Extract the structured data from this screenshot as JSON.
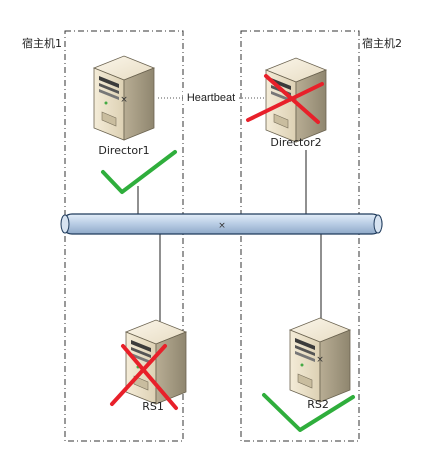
{
  "hosts": [
    {
      "label": "宿主机1"
    },
    {
      "label": "宿主机2"
    }
  ],
  "link_label": "Heartbeat",
  "nodes": [
    {
      "label": "Director1",
      "status": "ok"
    },
    {
      "label": "Director2",
      "status": "failed"
    },
    {
      "label": "RS1",
      "status": "failed"
    },
    {
      "label": "RS2",
      "status": "ok"
    }
  ],
  "colors": {
    "ok_mark": "#2fae3c",
    "fail_mark": "#e8202a",
    "bus_fill": "#b8cce4",
    "bus_stroke": "#1f3b5c",
    "host_border": "#333333"
  }
}
